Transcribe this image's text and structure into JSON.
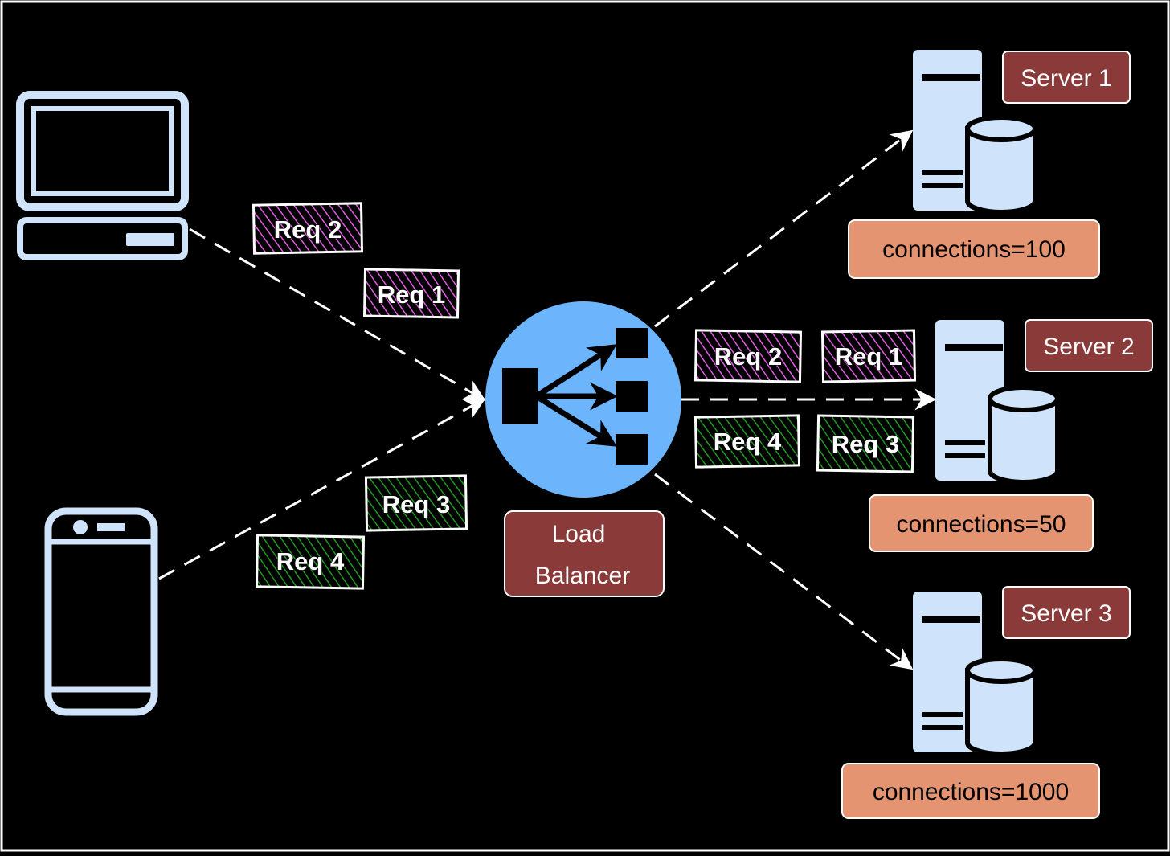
{
  "colors": {
    "device": "#cfe3fa",
    "load_balancer": "#6cb4fb",
    "server_label_bg": "#8b3a3a",
    "connections_bg": "#e59472",
    "client1_requests": "#e35ce3",
    "client2_requests": "#1f9a1f",
    "background": "#000000"
  },
  "clients": [
    {
      "icon": "desktop-computer-icon"
    },
    {
      "icon": "mobile-phone-icon"
    }
  ],
  "requests": {
    "client1": [
      "Req 2",
      "Req 1"
    ],
    "client2": [
      "Req 3",
      "Req 4"
    ],
    "routed": [
      "Req 2",
      "Req 1",
      "Req 4",
      "Req 3"
    ]
  },
  "load_balancer": {
    "icon": "load-balancer-icon",
    "label_line1": "Load",
    "label_line2": "Balancer"
  },
  "servers": [
    {
      "name": "Server 1",
      "connections": "connections=100",
      "icon": "server-database-icon"
    },
    {
      "name": "Server 2",
      "connections": "connections=50",
      "icon": "server-database-icon"
    },
    {
      "name": "Server 3",
      "connections": "connections=1000",
      "icon": "server-database-icon"
    }
  ]
}
